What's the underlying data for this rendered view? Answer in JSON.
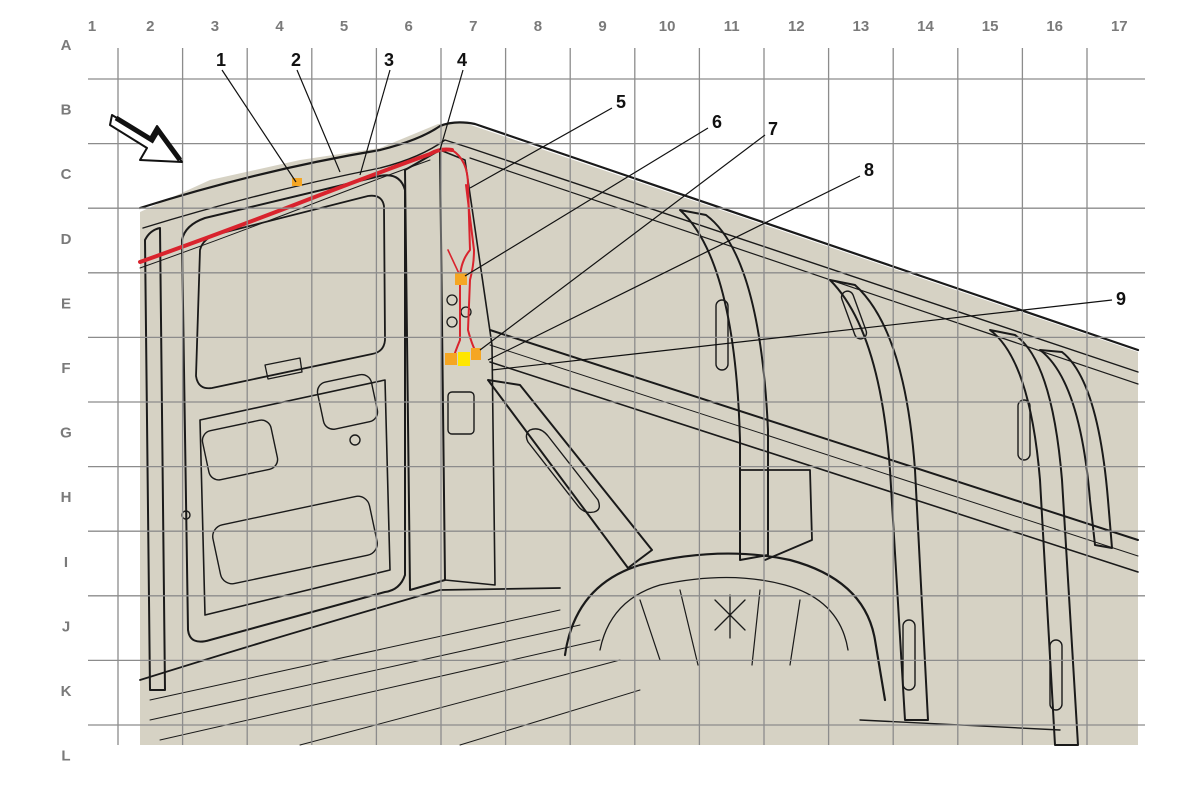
{
  "grid": {
    "columns": [
      "1",
      "2",
      "3",
      "4",
      "5",
      "6",
      "7",
      "8",
      "9",
      "10",
      "11",
      "12",
      "13",
      "14",
      "15",
      "16",
      "17"
    ],
    "rows": [
      "A",
      "B",
      "C",
      "D",
      "E",
      "F",
      "G",
      "H",
      "I",
      "J",
      "K",
      "L"
    ]
  },
  "callouts": [
    "1",
    "2",
    "3",
    "4",
    "5",
    "6",
    "7",
    "8",
    "9"
  ],
  "colors": {
    "background_panel": "#d6d2c4",
    "harness_red": "#d9232d",
    "connector_orange": "#f5a623",
    "connector_yellow": "#ffe600",
    "grid": "#8c8c8c",
    "ink": "#1a1a1a"
  },
  "icons": {
    "view_direction": "view-direction-arrow-icon"
  }
}
